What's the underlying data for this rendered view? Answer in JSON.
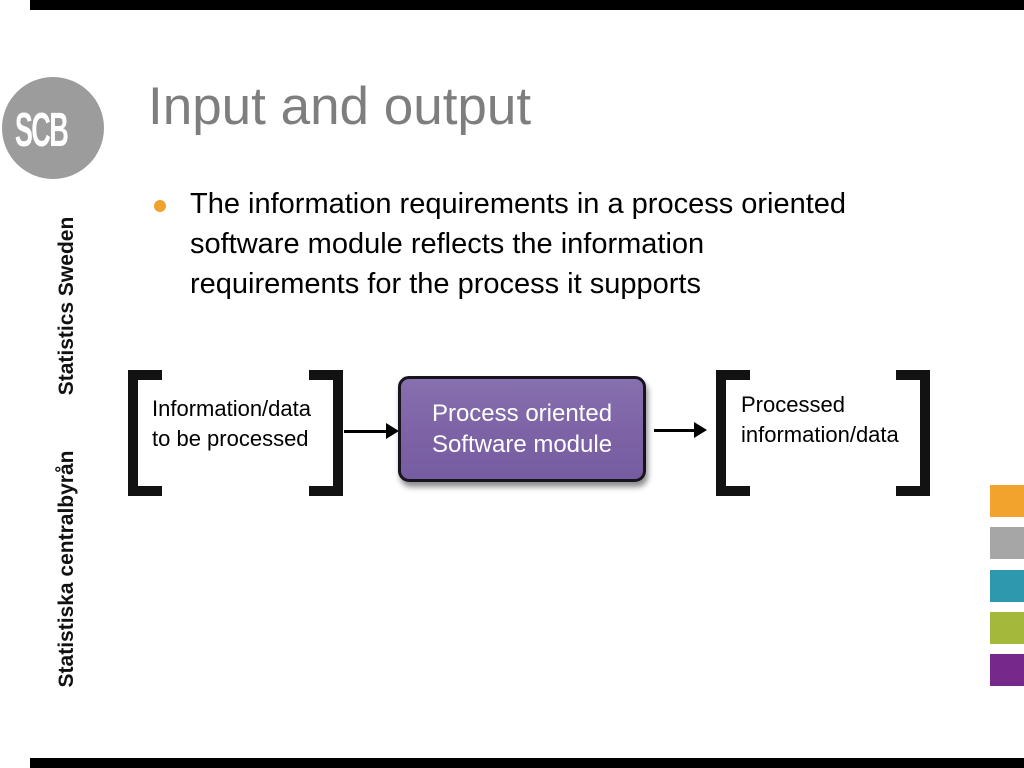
{
  "slide": {
    "title": "Input and output",
    "bullet_lines": [
      "The information requirements in a process oriented",
      "software module reflects the information",
      "requirements for the process it supports"
    ]
  },
  "branding": {
    "logo": "SCB",
    "vertical_text_top": "Statistics Sweden",
    "vertical_text_bottom": "Statistiska centralbyrån"
  },
  "diagram": {
    "input": {
      "line1": "Information/data",
      "line2": "to be processed"
    },
    "module": {
      "line1": "Process oriented",
      "line2": "Software module"
    },
    "output": {
      "line1": "Processed",
      "line2": "information/data"
    }
  },
  "decor_squares": [
    {
      "name": "orange",
      "color": "#F2A32E"
    },
    {
      "name": "gray",
      "color": "#A6A6A6"
    },
    {
      "name": "teal",
      "color": "#2E99AE"
    },
    {
      "name": "olive",
      "color": "#A4B83C"
    },
    {
      "name": "purple",
      "color": "#76298B"
    }
  ],
  "colors": {
    "title_text": "#7E7E7E",
    "bullet_marker": "#F0A22E",
    "module_fill": "#7D63A6",
    "module_border": "#18141E",
    "module_text": "#FFFFFF",
    "frame_bars": "#000000",
    "logo_circle": "#9C9C9C",
    "logo_text": "#FFFFFF"
  }
}
